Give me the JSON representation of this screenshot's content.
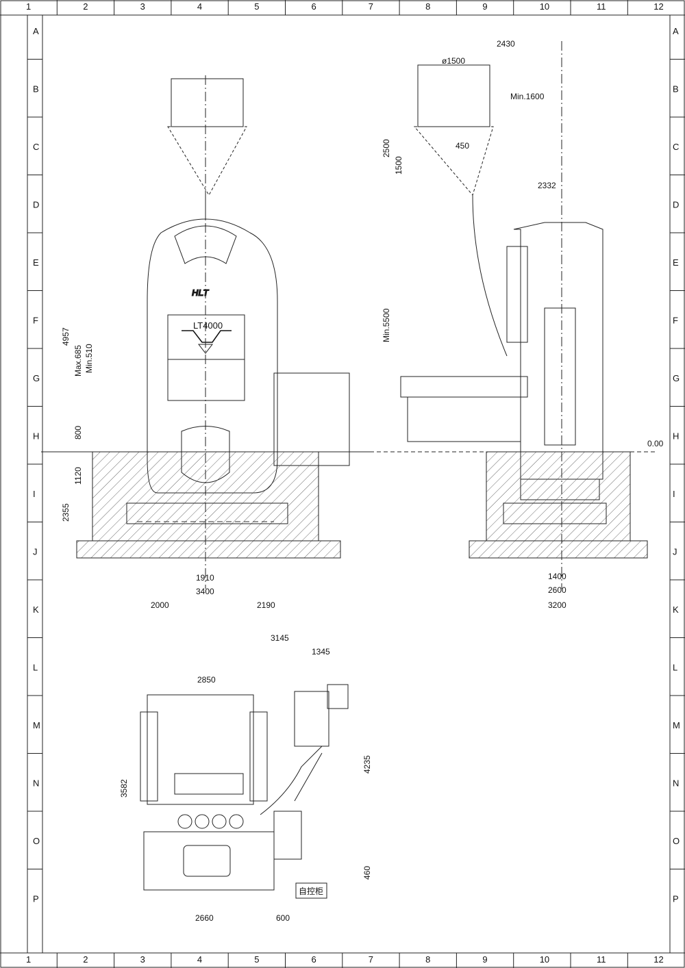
{
  "grid": {
    "columns": [
      "1",
      "2",
      "3",
      "4",
      "5",
      "6",
      "7",
      "8",
      "9",
      "10",
      "11",
      "12"
    ],
    "rows": [
      "A",
      "B",
      "C",
      "D",
      "E",
      "F",
      "G",
      "H",
      "I",
      "J",
      "K",
      "L",
      "M",
      "N",
      "O",
      "P"
    ]
  },
  "front_view": {
    "model": "LT4000",
    "brand": "HLT",
    "dims": {
      "height": "4957",
      "max": "Max.685",
      "min": "Min.510",
      "d800": "800",
      "d1120": "1120",
      "d2355": "2355",
      "d1910": "1910",
      "d3400": "3400",
      "d2000": "2000",
      "d2190": "2190"
    }
  },
  "side_view": {
    "dims": {
      "d2430": "2430",
      "dia": "ø1500",
      "min1600": "Min.1600",
      "d2500": "2500",
      "d1500": "1500",
      "d450": "450",
      "d2332": "2332",
      "min5500": "Min.5500",
      "level": "0.00",
      "d1400": "1400",
      "d2600": "2600",
      "d3200": "3200"
    }
  },
  "top_view": {
    "cabinet_label": "自控柜",
    "dims": {
      "d3145": "3145",
      "d1345": "1345",
      "d2850": "2850",
      "d3582": "3582",
      "d4235": "4235",
      "d460": "460",
      "d2660": "2660",
      "d600": "600"
    }
  }
}
